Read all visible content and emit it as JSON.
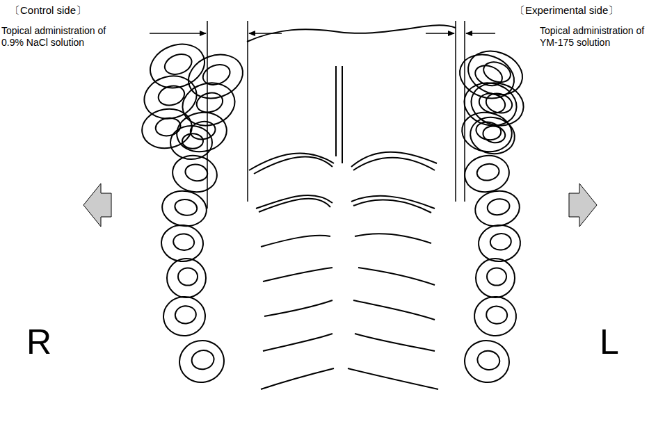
{
  "diagram": {
    "labels": [
      "〔Control side〕",
      "Topical administration of 0.9% NaCl solution",
      "〔Experimental side〕",
      "Topical administration of YM-175 solution",
      "R",
      "L"
    ]
  }
}
